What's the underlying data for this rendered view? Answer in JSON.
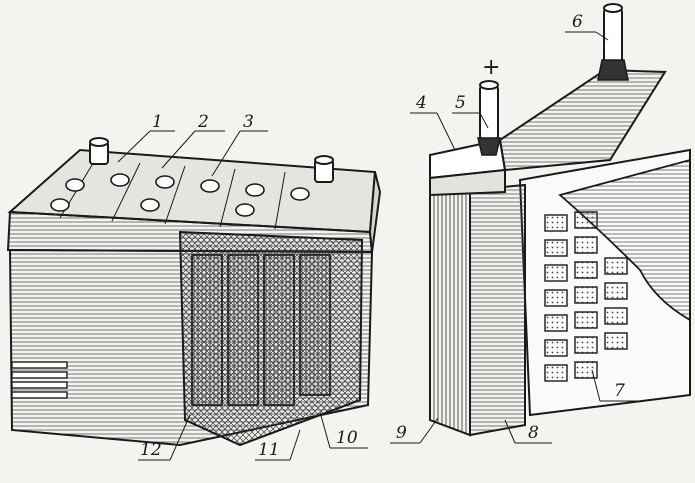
{
  "callouts": {
    "c1": "1",
    "c2": "2",
    "c3": "3",
    "c4": "4",
    "c5": "5",
    "c6": "6",
    "c7": "7",
    "c8": "8",
    "c9": "9",
    "c10": "10",
    "c11": "11",
    "c12": "12"
  },
  "polarity": {
    "positive": "+"
  }
}
